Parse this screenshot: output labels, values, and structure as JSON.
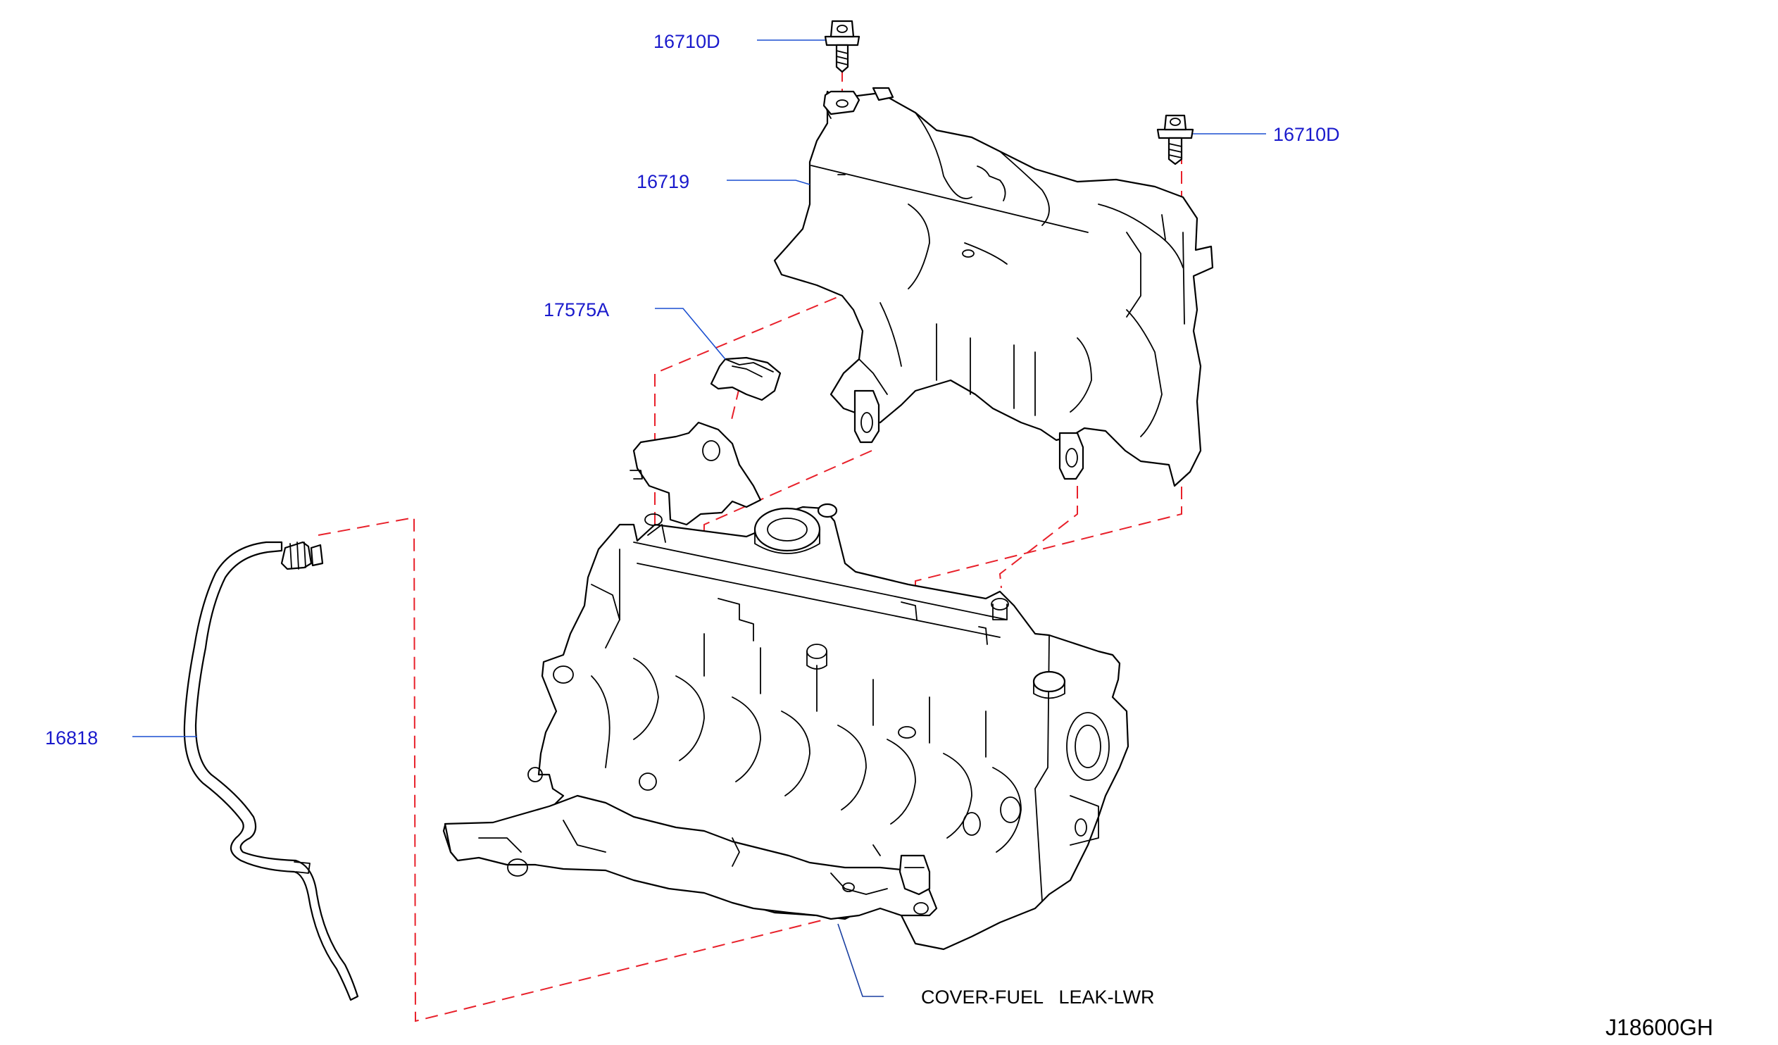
{
  "diagram": {
    "callouts": {
      "bolt_top": "16710D",
      "bolt_right": "16710D",
      "engine_cover": "16719",
      "clip": "17575A",
      "hose": "16818",
      "lower_cover": "COVER-FUEL   LEAK-LWR"
    },
    "drawing_code": "J18600GH",
    "colors": {
      "part_number_text": "#1a1acc",
      "leader_line": "#1a4fd0",
      "connection_dash": "#e8202a",
      "outline": "#000000"
    }
  }
}
